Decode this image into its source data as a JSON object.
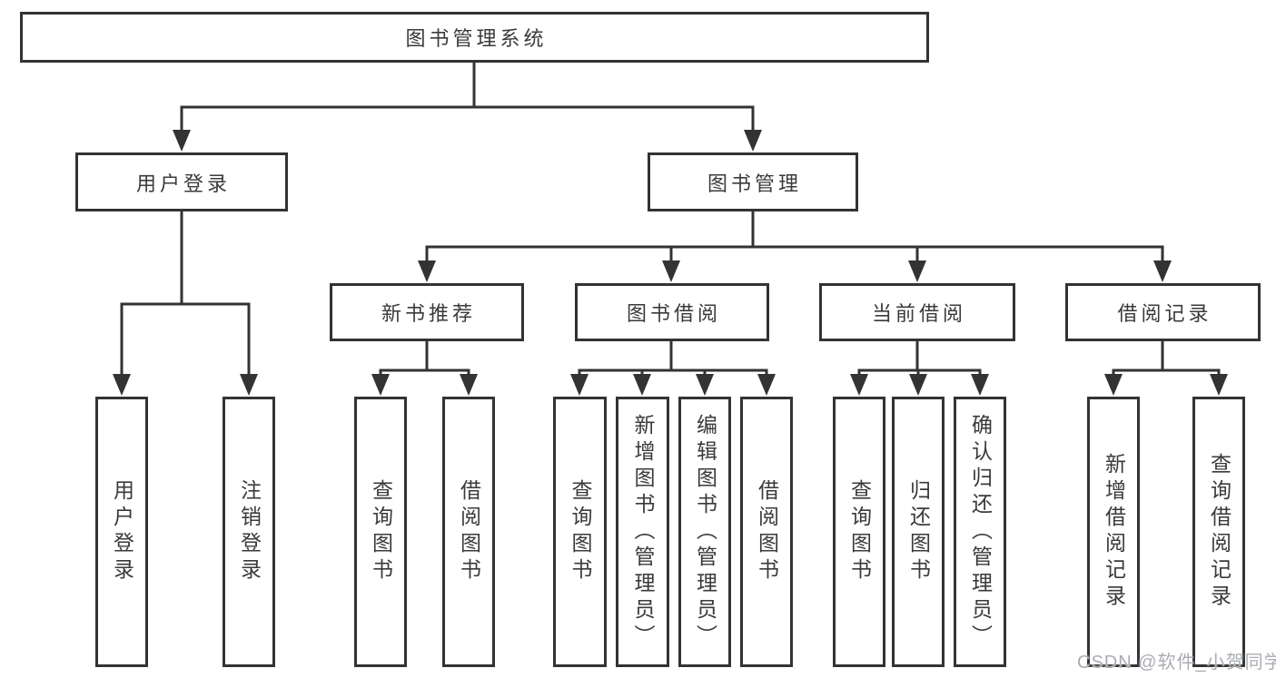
{
  "colors": {
    "line": "#333333",
    "box_border": "#333333",
    "box_fill": "#ffffff",
    "text": "#3a3a3a",
    "watermark": "#a9adb3"
  },
  "watermark": {
    "text": "CSDN @软件_小贺同学"
  },
  "tree": {
    "root": {
      "label": "图书管理系统"
    },
    "branches": [
      {
        "label": "用户登录",
        "leaves": [
          "用户登录",
          "注销登录"
        ]
      },
      {
        "label": "图书管理",
        "groups": [
          {
            "label": "新书推荐",
            "leaves": [
              "查询图书",
              "借阅图书"
            ]
          },
          {
            "label": "图书借阅",
            "leaves": [
              "查询图书",
              "新增图书（管理员）",
              "编辑图书（管理员）",
              "借阅图书"
            ]
          },
          {
            "label": "当前借阅",
            "leaves": [
              "查询图书",
              "归还图书",
              "确认归还（管理员）"
            ]
          },
          {
            "label": "借阅记录",
            "leaves": [
              "新增借阅记录",
              "查询借阅记录"
            ]
          }
        ]
      }
    ]
  }
}
